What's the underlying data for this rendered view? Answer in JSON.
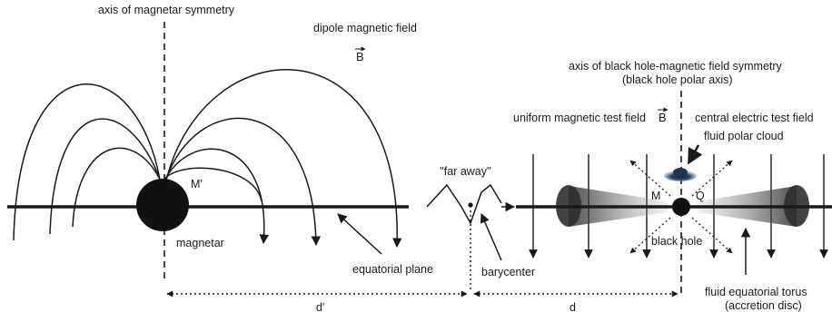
{
  "diagram": {
    "left": {
      "axis_label": "axis of magnetar symmetry",
      "field_label": "dipole magnetic field",
      "b_symbol": "B",
      "mass_label": "M'",
      "object_label": "magnetar",
      "plane_label": "equatorial plane"
    },
    "middle": {
      "far_away_label": "''far away''",
      "barycenter_label": "barycenter"
    },
    "right": {
      "axis_line1": "axis of black hole-magnetic field symmetry",
      "axis_line2": "(black hole polar axis)",
      "uniform_field_label": "uniform magnetic test field",
      "b_symbol": "B",
      "electric_field_label": "central electric test field",
      "polar_cloud_label": "fluid polar cloud",
      "mass_label": "M",
      "charge_label": "Q",
      "object_label": "black hole",
      "torus_line1": "fluid equatorial torus",
      "torus_line2": "(accretion disc)"
    },
    "distances": {
      "left_label": "d'",
      "right_label": "d"
    },
    "colors": {
      "ink": "#1a1a1a",
      "cloud": "#1e3450",
      "torus": "#3a3a3a"
    }
  }
}
